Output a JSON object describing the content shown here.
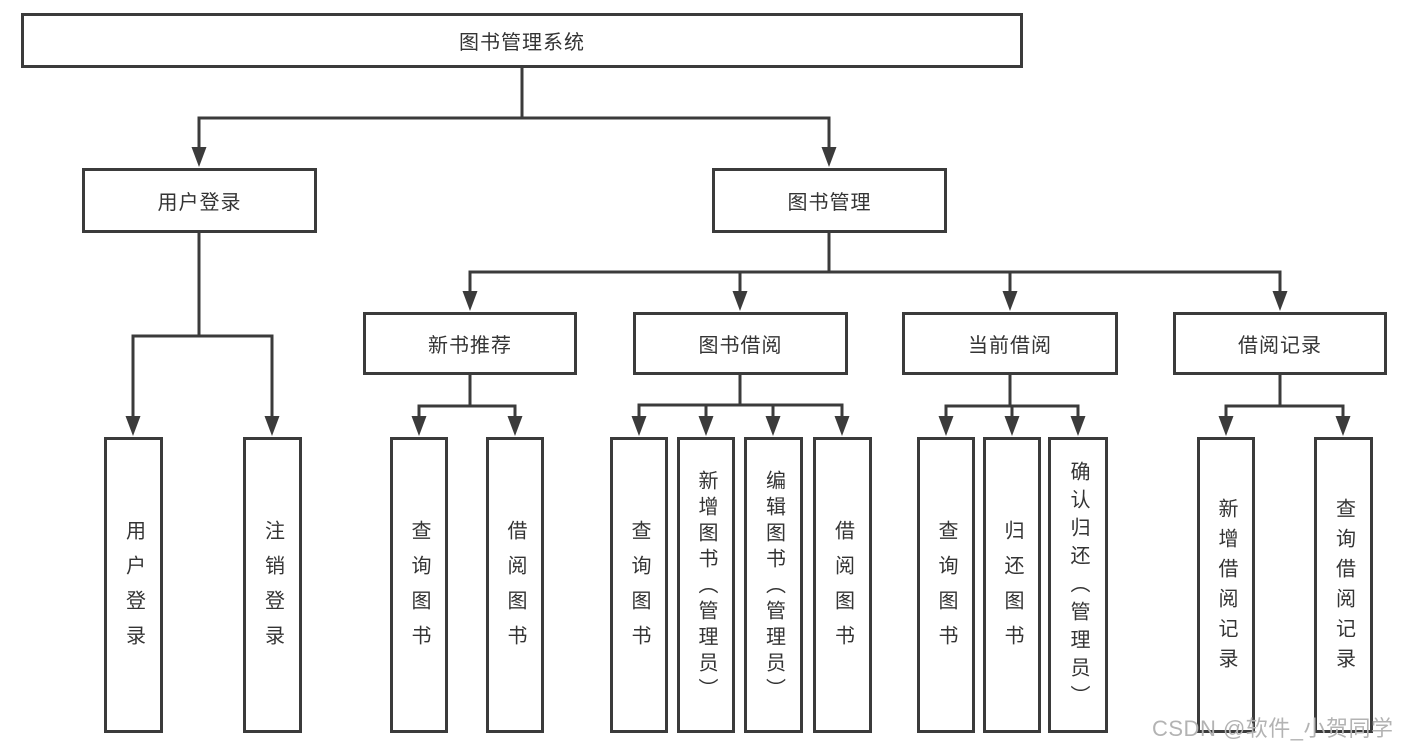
{
  "tree": {
    "root": {
      "label": "图书管理系统"
    },
    "children": [
      {
        "label": "用户登录",
        "children": [
          {
            "label": "用户登录"
          },
          {
            "label": "注销登录"
          }
        ]
      },
      {
        "label": "图书管理",
        "children": [
          {
            "label": "新书推荐",
            "children": [
              {
                "label": "查询图书"
              },
              {
                "label": "借阅图书"
              }
            ]
          },
          {
            "label": "图书借阅",
            "children": [
              {
                "label": "查询图书"
              },
              {
                "label": "新增图书（管理员）"
              },
              {
                "label": "编辑图书（管理员）"
              },
              {
                "label": "借阅图书"
              }
            ]
          },
          {
            "label": "当前借阅",
            "children": [
              {
                "label": "查询图书"
              },
              {
                "label": "归还图书"
              },
              {
                "label": "确认归还（管理员）"
              }
            ]
          },
          {
            "label": "借阅记录",
            "children": [
              {
                "label": "新增借阅记录"
              },
              {
                "label": "查询借阅记录"
              }
            ]
          }
        ]
      }
    ]
  },
  "watermark": {
    "text": "CSDN @软件_小贺同学"
  },
  "colors": {
    "border": "#3b3b3b",
    "text": "#343434",
    "watermark": "#b3b3b3",
    "background": "#ffffff"
  }
}
